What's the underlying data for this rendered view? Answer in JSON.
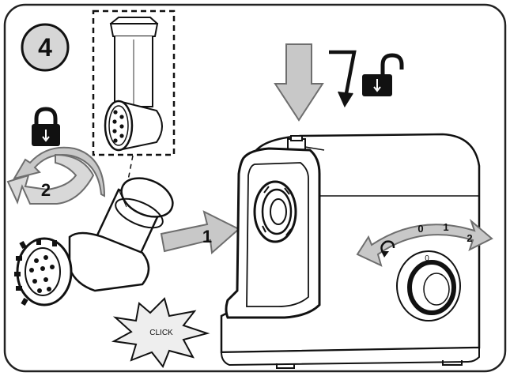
{
  "step": {
    "number": "4"
  },
  "arrows": {
    "rotate_label": "2",
    "insert_label": "1"
  },
  "sound": {
    "label": "CLICK"
  },
  "dial": {
    "labels": [
      "0",
      "1",
      "2"
    ],
    "center_mark": "0"
  },
  "icons": {
    "locked": "padlock-closed-icon",
    "unlocked": "padlock-open-icon",
    "press_down": "down-arrow-icon",
    "turn_down": "hook-arrow-icon"
  },
  "colors": {
    "outline": "#111111",
    "arrow_fill": "#c8c8c8",
    "arrow_stroke": "#6e6e6e",
    "background": "#ffffff"
  }
}
